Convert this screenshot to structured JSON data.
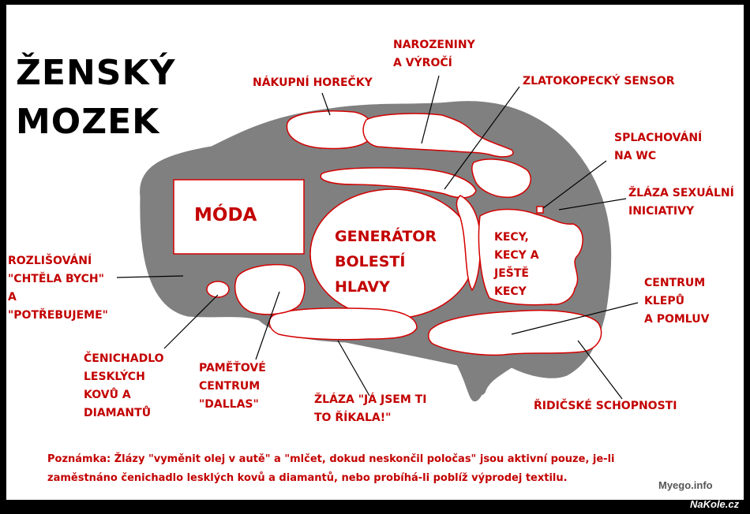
{
  "title": {
    "line1": "ŽENSKÝ",
    "line2": "MOZEK"
  },
  "regions": {
    "moda": "MÓDA",
    "generator": [
      "GENERÁTOR",
      "BOLESTÍ",
      "HLAVY"
    ],
    "kecy": [
      "KECY,",
      "KECY A",
      "JEŠTĚ",
      "KECY"
    ]
  },
  "labels": {
    "nakupni": "NÁKUPNÍ HOREČKY",
    "narozeniny": [
      "NAROZENINY",
      "A VÝROČÍ"
    ],
    "zlatokopecky": "ZLATOKOPECKÝ SENSOR",
    "splachovani": [
      "SPLACHOVÁNÍ",
      "NA WC"
    ],
    "zlaza_sexualni": [
      "ŽLÁZA SEXUÁLNÍ",
      "INICIATIVY"
    ],
    "rozlisovani": [
      "ROZLIŠOVÁNÍ",
      "\"CHTĚLA BYCH\"",
      "A",
      "\"POTŘEBUJEME\""
    ],
    "centrum_klepu": [
      "CENTRUM",
      "KLEPŮ",
      "A POMLUV"
    ],
    "cenichadlo": [
      "ČENICHADLO",
      "LESKLÝCH",
      "KOVŮ A",
      "DIAMANTŮ"
    ],
    "pametove": [
      "PAMĚŤOVÉ",
      "CENTRUM",
      "\"DALLAS\""
    ],
    "zlaza_ja": [
      "ŽLÁZA \"JÁ JSEM TI",
      "TO ŘÍKALA!\""
    ],
    "ridicske": "ŘIDIČSKÉ SCHOPNOSTI"
  },
  "note": [
    "Poznámka: Žlázy \"vyměnit olej v autě\" a \"mlčet, dokud neskončil poločas\" jsou aktivní pouze, je-li",
    "zaměstnáno čenichadlo lesklých kovů a diamantů, nebo probíhá-li poblíž výprodej textilu."
  ],
  "watermarks": {
    "myego": "Myego.info",
    "nakole": "NaKole.cz"
  },
  "colors": {
    "brain": "#808080",
    "outline": "#d40000",
    "label": "#c30000",
    "frame": "#000000"
  }
}
